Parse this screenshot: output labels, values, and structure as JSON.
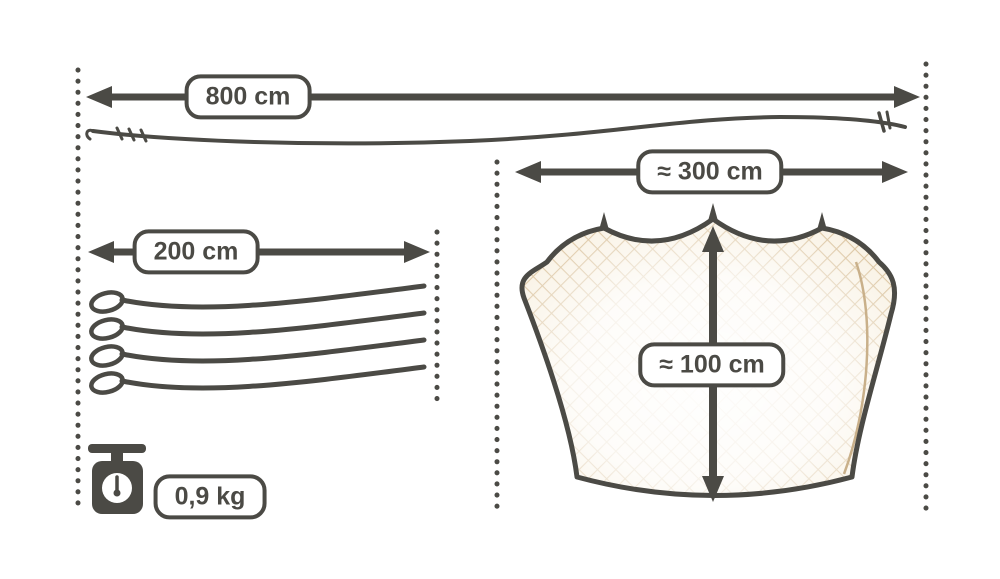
{
  "title": "Product dimension diagram",
  "labels": {
    "ridgeline_length": "800 cm",
    "strap_length": "200 cm",
    "weight": "0,9 kg",
    "net_width": "≈ 300 cm",
    "net_height": "≈ 100 cm"
  },
  "icons": {
    "weight_scale": "kitchen-scale-icon"
  },
  "colors": {
    "ink": "#4b4a45",
    "mesh_line": "#d9c19b",
    "mesh_fill": "#f9f2e4",
    "seam": "#c9b08a",
    "background": "#ffffff"
  }
}
